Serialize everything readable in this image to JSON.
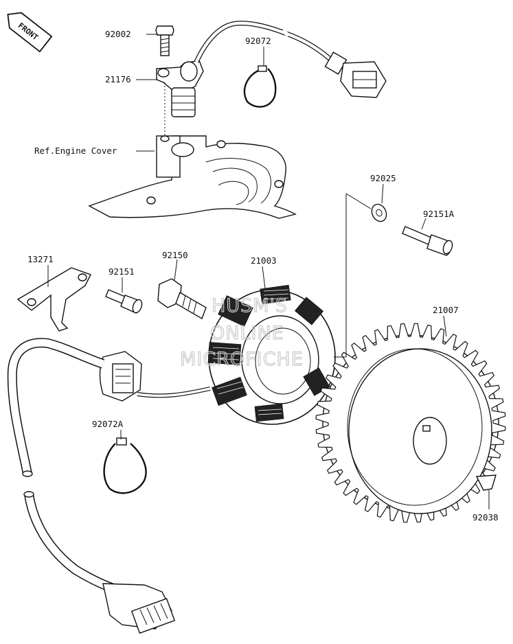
{
  "front_marker": "FRONT",
  "callouts": {
    "p92002": "92002",
    "p92072": "92072",
    "p21176": "21176",
    "ref_engine_cover": "Ref.Engine Cover",
    "p92025": "92025",
    "p92151A": "92151A",
    "p13271": "13271",
    "p92151": "92151",
    "p92150": "92150",
    "p21003": "21003",
    "p21007": "21007",
    "p92072A": "92072A",
    "p92038": "92038"
  },
  "watermark": {
    "line1": "HUSM'S",
    "line2": "ONLINE",
    "line3": "MICROFICHE"
  }
}
